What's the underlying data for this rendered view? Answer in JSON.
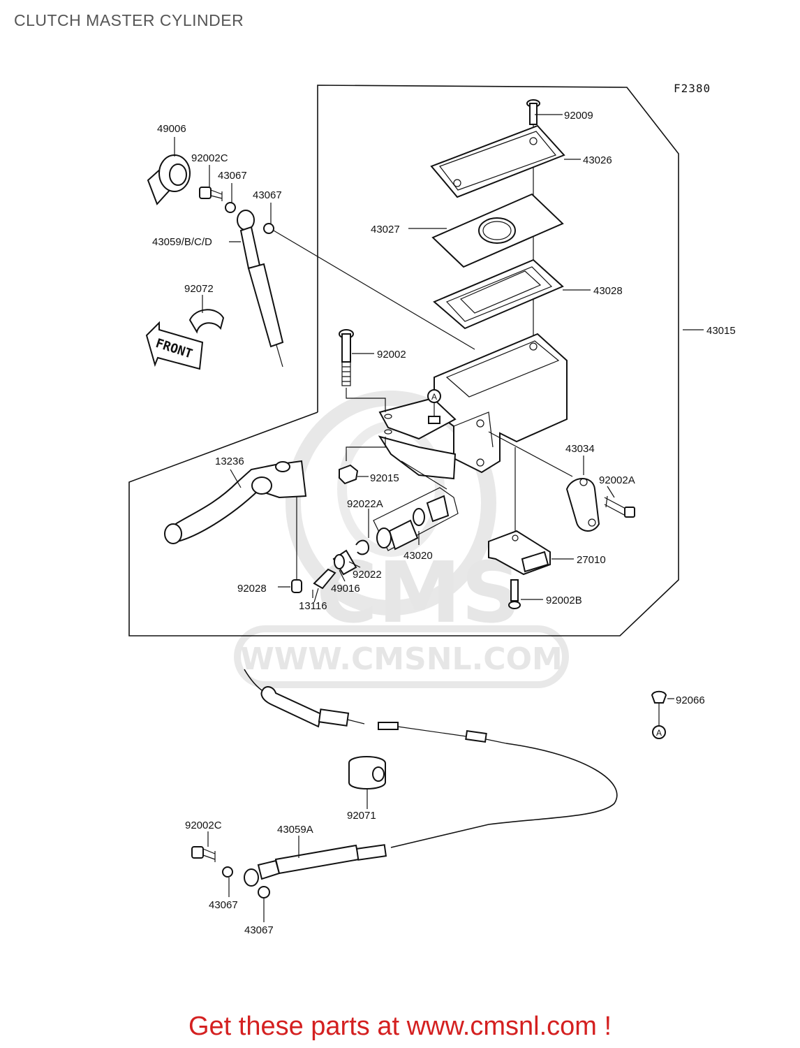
{
  "title": "CLUTCH MASTER CYLINDER",
  "figure_code": "F2380",
  "watermark": {
    "brand": "CMS",
    "url": "WWW.CMSNL.COM"
  },
  "front_arrow_label": "FRONT",
  "reference_marker": "A",
  "callouts": {
    "p49006": "49006",
    "p92002c_top": "92002C",
    "p43067_a": "43067",
    "p43067_b": "43067",
    "p43059bcd": "43059/B/C/D",
    "p92072": "92072",
    "p92009": "92009",
    "p43026": "43026",
    "p43027": "43027",
    "p43028": "43028",
    "p43015": "43015",
    "p92002": "92002",
    "p43034": "43034",
    "p92002a": "92002A",
    "p13236": "13236",
    "p92015": "92015",
    "p92022a": "92022A",
    "p43020": "43020",
    "p27010": "27010",
    "p92022": "92022",
    "p49016": "49016",
    "p92028": "92028",
    "p13116": "13116",
    "p92002b": "92002B",
    "p92066": "92066",
    "p92071": "92071",
    "p92002c_bottom": "92002C",
    "p43059a": "43059A",
    "p43067_c": "43067",
    "p43067_d": "43067"
  },
  "footer": "Get these parts at www.cmsnl.com !",
  "colors": {
    "footer_text": "#d42020",
    "line_art": "#111111",
    "watermark": "#e6e6e6"
  }
}
